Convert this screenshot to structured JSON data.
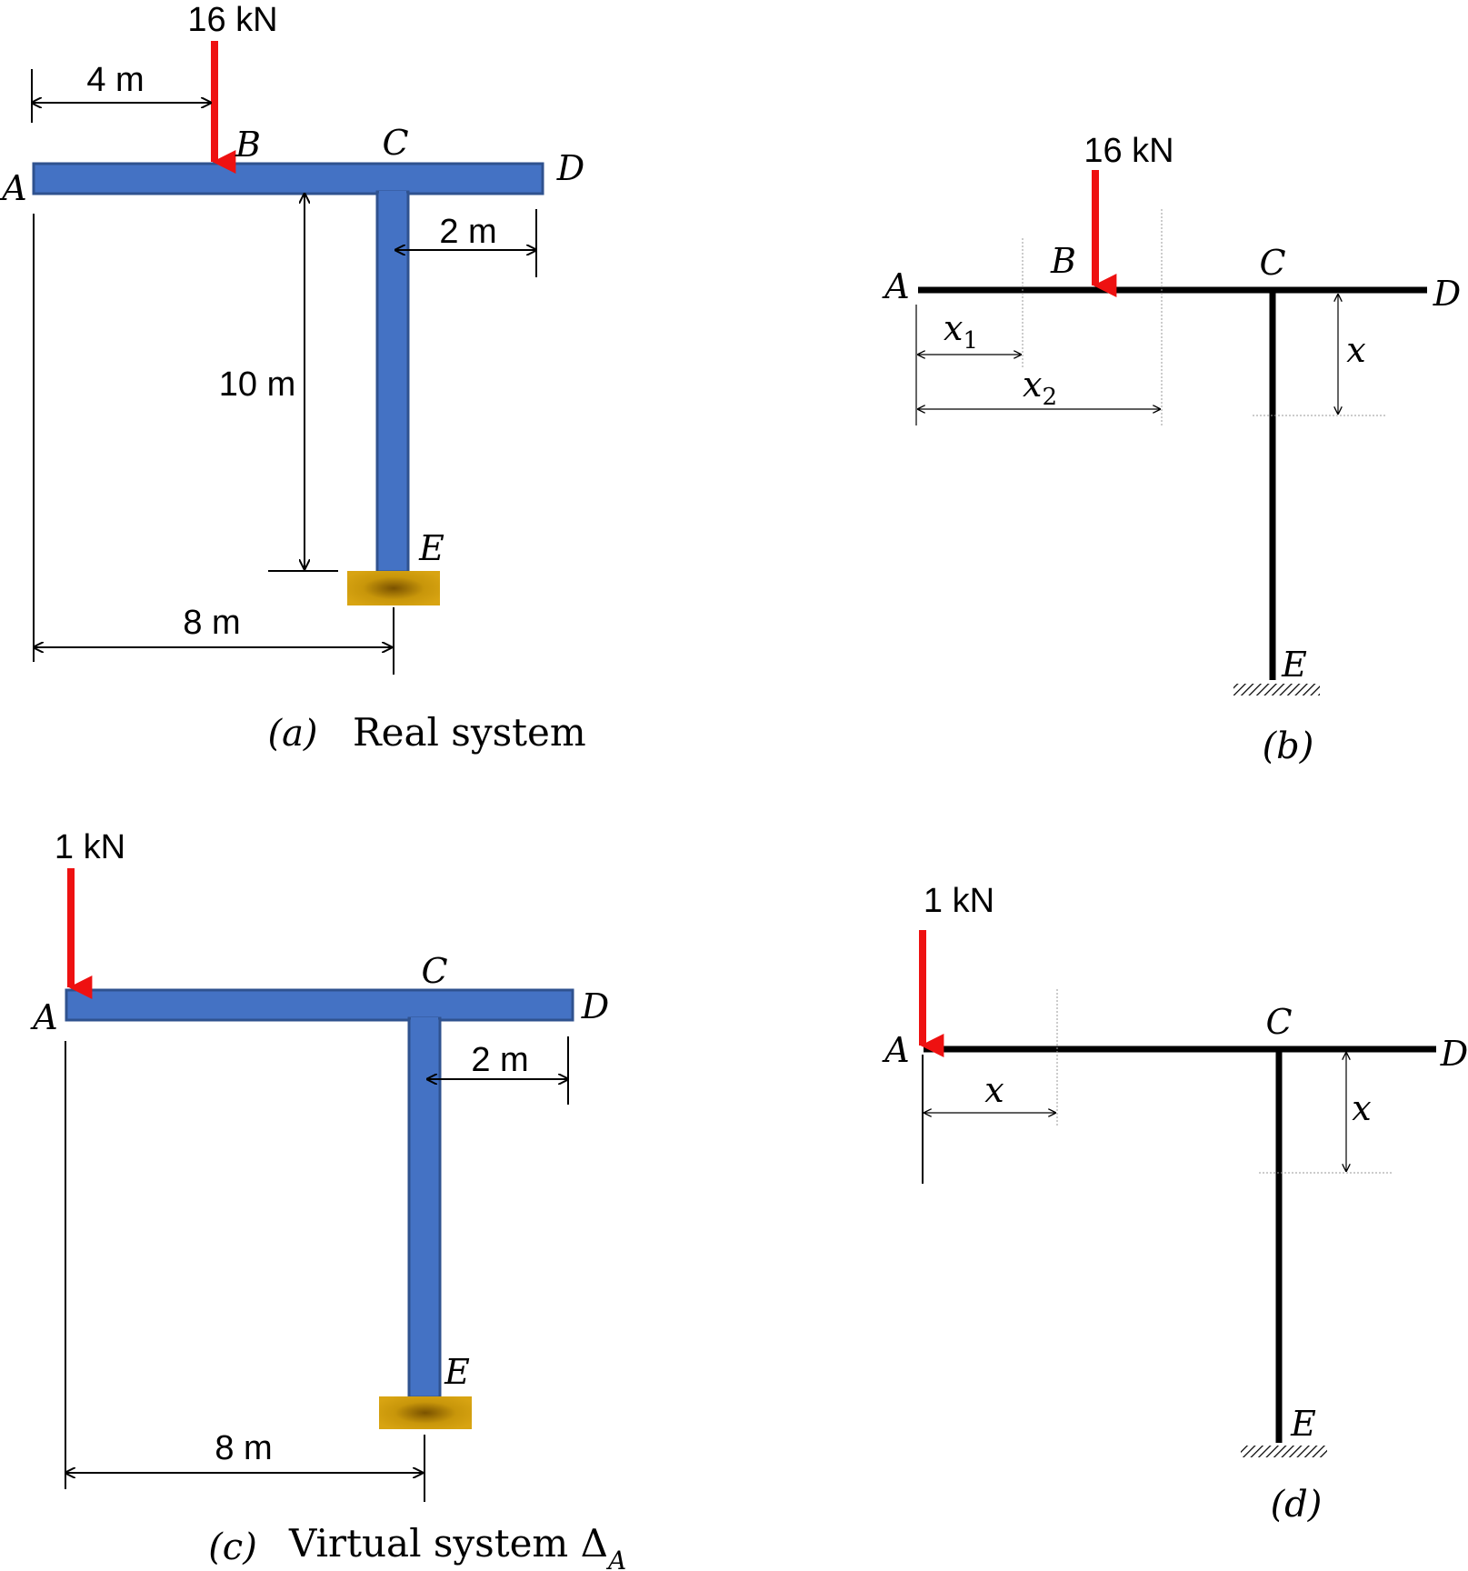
{
  "panel_a": {
    "load": "16 kN",
    "dim_ab": "4 m",
    "dim_cd": "2 m",
    "dim_height": "10 m",
    "dim_ac": "8 m",
    "label_a": "A",
    "label_b": "B",
    "label_c": "C",
    "label_d": "D",
    "label_e": "E",
    "caption_tag": "(a)",
    "caption_text": "Real system"
  },
  "panel_b": {
    "load": "16 kN",
    "label_a": "A",
    "label_b": "B",
    "label_c": "C",
    "label_d": "D",
    "label_e": "E",
    "x1_base": "x",
    "x1_sub": "1",
    "x2_base": "x",
    "x2_sub": "2",
    "x": "x",
    "caption_tag": "(b)"
  },
  "panel_c": {
    "load": "1 kN",
    "dim_cd": "2 m",
    "dim_ac": "8 m",
    "label_a": "A",
    "label_c": "C",
    "label_d": "D",
    "label_e": "E",
    "caption_tag": "(c)",
    "caption_text": "Virtual system Δ",
    "caption_sub": "A"
  },
  "panel_d": {
    "load": "1 kN",
    "label_a": "A",
    "label_c": "C",
    "label_d": "D",
    "label_e": "E",
    "x_horizontal": "x",
    "x_vertical": "x",
    "caption_tag": "(d)"
  },
  "colors": {
    "member": "#4472c4",
    "load": "#ee1111",
    "support": "#c8960a"
  }
}
